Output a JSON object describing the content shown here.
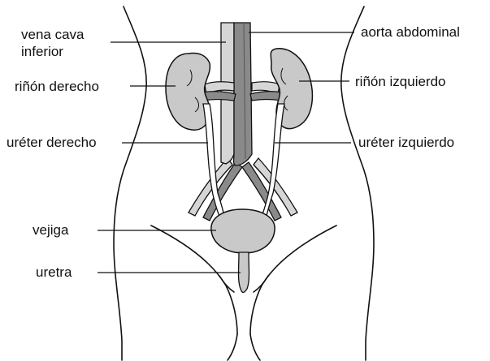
{
  "labels": {
    "vena_cava_line1": "vena cava",
    "vena_cava_line2": "inferior",
    "aorta": "aorta abdominal",
    "rinon_derecho": "riñón derecho",
    "rinon_izquierdo": "riñón izquierdo",
    "ureter_derecho": "uréter derecho",
    "ureter_izquierdo": "uréter izquierdo",
    "vejiga": "vejiga",
    "uretra": "uretra"
  },
  "colors": {
    "outline": "#111111",
    "organ_fill": "#c9c9c9",
    "vessel_dark": "#8a8a8a",
    "vessel_light": "#d6d6d6",
    "background": "#ffffff"
  }
}
